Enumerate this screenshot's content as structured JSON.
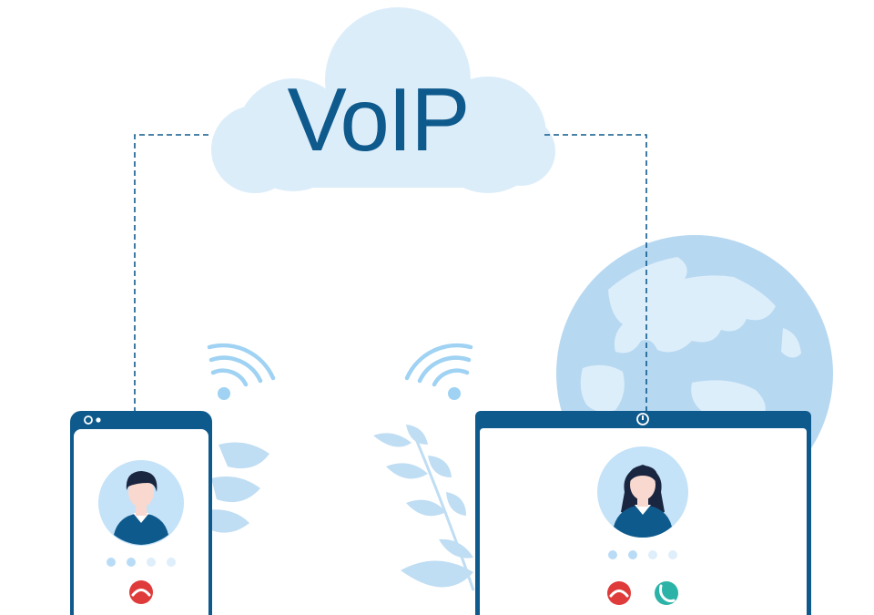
{
  "title": "VoIP",
  "colors": {
    "navy": "#0f5a8c",
    "cloud": "#dcedfa",
    "globe": "#b7d8f1",
    "land": "#ddeefb",
    "wifi": "#9fd2f3",
    "leaf": "#bfddf3",
    "avatar_bg": "#c4e2f8",
    "hangup": "#e03b3b",
    "accept": "#2bb3a8",
    "dot_active": "#b9dcf6",
    "dot_idle": "#deeefa"
  },
  "icons": {
    "cloud": "cloud-icon",
    "globe": "globe-icon",
    "wifi": "wifi-icon",
    "hangup": "phone-hangup-icon",
    "accept": "phone-accept-icon"
  },
  "phone": {
    "caller": "man-avatar",
    "call_dots": [
      true,
      true,
      false,
      false
    ]
  },
  "laptop": {
    "caller": "woman-avatar",
    "call_dots": [
      true,
      true,
      false,
      false
    ]
  }
}
